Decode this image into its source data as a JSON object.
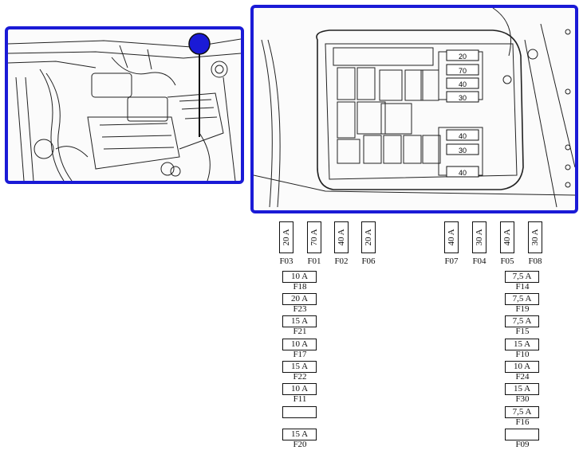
{
  "colors": {
    "frame": "#1a1ad6",
    "marker": "#1a1ad6",
    "line": "#111111"
  },
  "top_row": [
    {
      "rating": "20 A",
      "id": "F03"
    },
    {
      "rating": "70 A",
      "id": "F01"
    },
    {
      "rating": "40 A",
      "id": "F02"
    },
    {
      "rating": "20 A",
      "id": "F06"
    },
    {
      "rating": "40 A",
      "id": "F07"
    },
    {
      "rating": "30 A",
      "id": "F04"
    },
    {
      "rating": "40 A",
      "id": "F05"
    },
    {
      "rating": "30 A",
      "id": "F08"
    }
  ],
  "left_column": [
    {
      "rating": "10 A",
      "id": "F18"
    },
    {
      "rating": "20 A",
      "id": "F23"
    },
    {
      "rating": "15 A",
      "id": "F21"
    },
    {
      "rating": "10 A",
      "id": "F17"
    },
    {
      "rating": "15 A",
      "id": "F22"
    },
    {
      "rating": "10 A",
      "id": "F11"
    },
    {
      "rating": "",
      "id": ""
    },
    {
      "rating": "15 A",
      "id": "F20"
    }
  ],
  "right_column": [
    {
      "rating": "7,5 A",
      "id": "F14"
    },
    {
      "rating": "7,5 A",
      "id": "F19"
    },
    {
      "rating": "7,5 A",
      "id": "F15"
    },
    {
      "rating": "15 A",
      "id": "F10"
    },
    {
      "rating": "10 A",
      "id": "F24"
    },
    {
      "rating": "15 A",
      "id": "F30"
    },
    {
      "rating": "7,5 A",
      "id": "F16"
    },
    {
      "rating": "",
      "id": "F09"
    }
  ],
  "box_fuse_marks": [
    "20",
    "70",
    "40",
    "30",
    "40",
    "30",
    "40"
  ]
}
